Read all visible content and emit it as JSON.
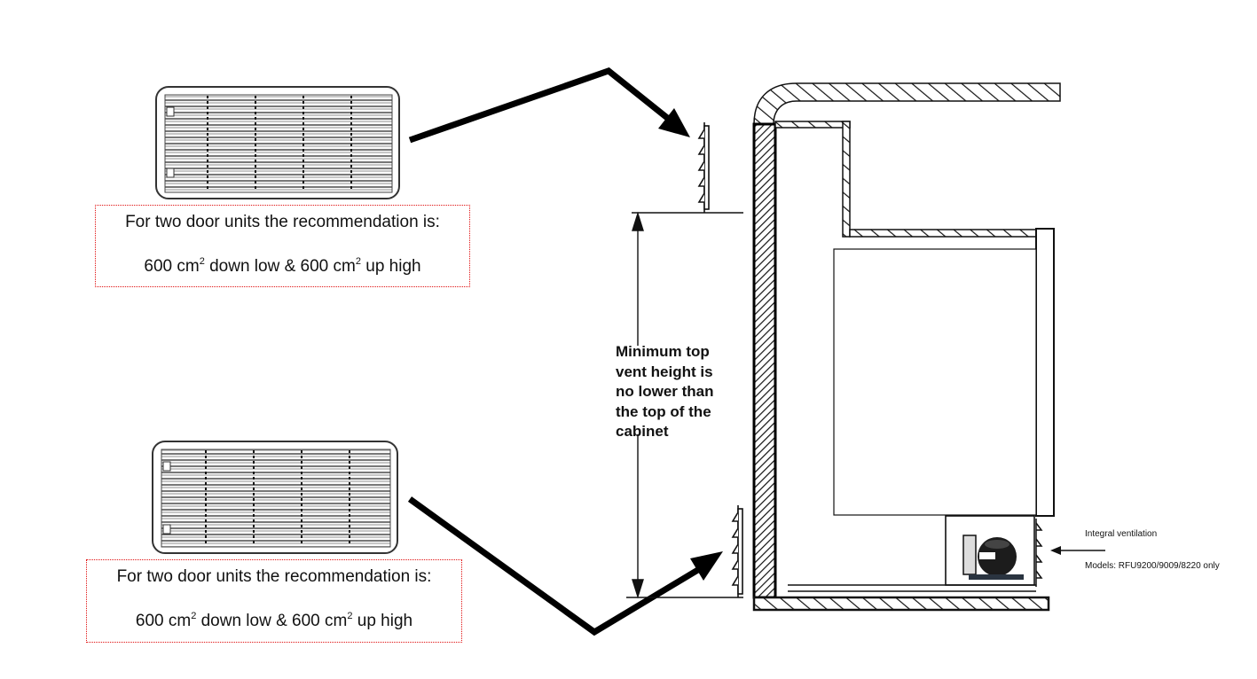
{
  "diagram": {
    "title": "Refrigerator ventilation installation diagram",
    "notes": [
      {
        "id": "top",
        "line1": "For two door units the recommendation is:",
        "line2_value_low": "600 cm",
        "line2_exp": "2",
        "line2_mid": " down low & ",
        "line2_value_high": "600 cm",
        "line2_end": " up high"
      },
      {
        "id": "bottom",
        "line1": "For two door units the recommendation is:",
        "line2_value_low": "600 cm",
        "line2_exp": "2",
        "line2_mid": " down low & ",
        "line2_value_high": "600 cm",
        "line2_end": " up high"
      }
    ],
    "minimum_height_label": [
      "Minimum top",
      "vent height is",
      "no lower than",
      "the top of the",
      "cabinet"
    ],
    "integral_ventilation": {
      "label": "Integral ventilation",
      "models": "Models: RFU9200/9009/8220 only"
    },
    "colors": {
      "note_border": "#e01010",
      "line": "#111111"
    }
  }
}
